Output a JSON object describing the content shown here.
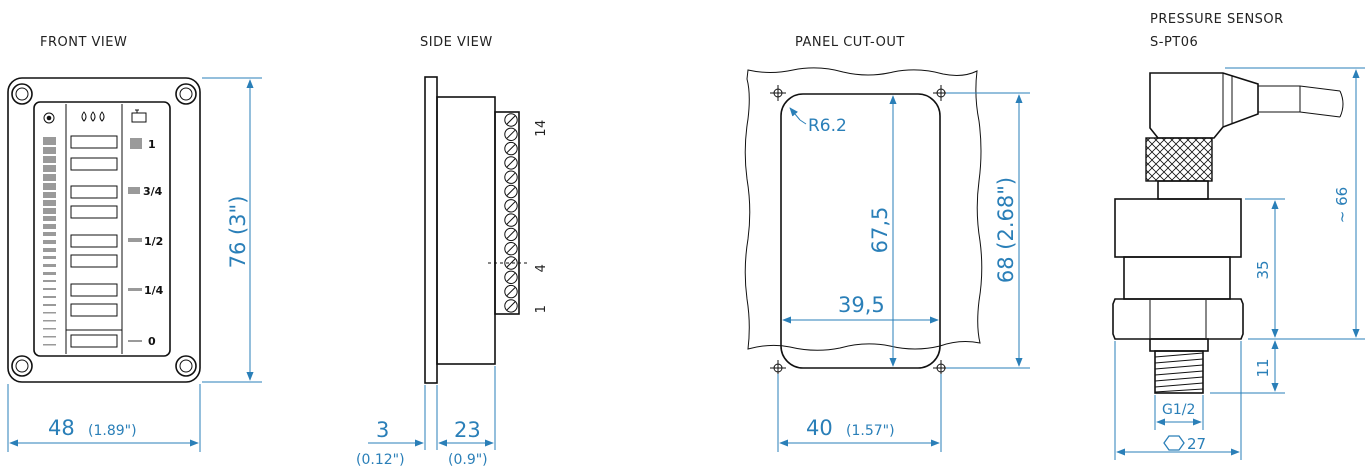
{
  "views": {
    "front": {
      "title": "FRONT VIEW",
      "width_dim": "48",
      "width_dim_in": "(1.89\")",
      "height_dim": "76 (3\")",
      "levels": [
        "1",
        "3/4",
        "1/2",
        "1/4",
        "0"
      ]
    },
    "side": {
      "title": "SIDE VIEW",
      "depth_a": "3",
      "depth_a_in": "(0.12\")",
      "depth_b": "23",
      "depth_b_in": "(0.9\")",
      "terminal_top": "14",
      "terminal_mid": "4",
      "terminal_bot": "1"
    },
    "cutout": {
      "title": "PANEL CUT-OUT",
      "radius": "R6.2",
      "inner_w": "39,5",
      "inner_h": "67,5",
      "outer_h": "68 (2.68\")",
      "outer_w": "40",
      "outer_w_in": "(1.57\")"
    },
    "sensor": {
      "title_1": "PRESSURE SENSOR",
      "title_2": "S-PT06",
      "overall": "~ 66",
      "body": "35",
      "thread_len": "11",
      "thread": "G1/2",
      "hex": "27"
    }
  },
  "colors": {
    "dimension": "#2a7fb8",
    "outline": "#111111"
  }
}
